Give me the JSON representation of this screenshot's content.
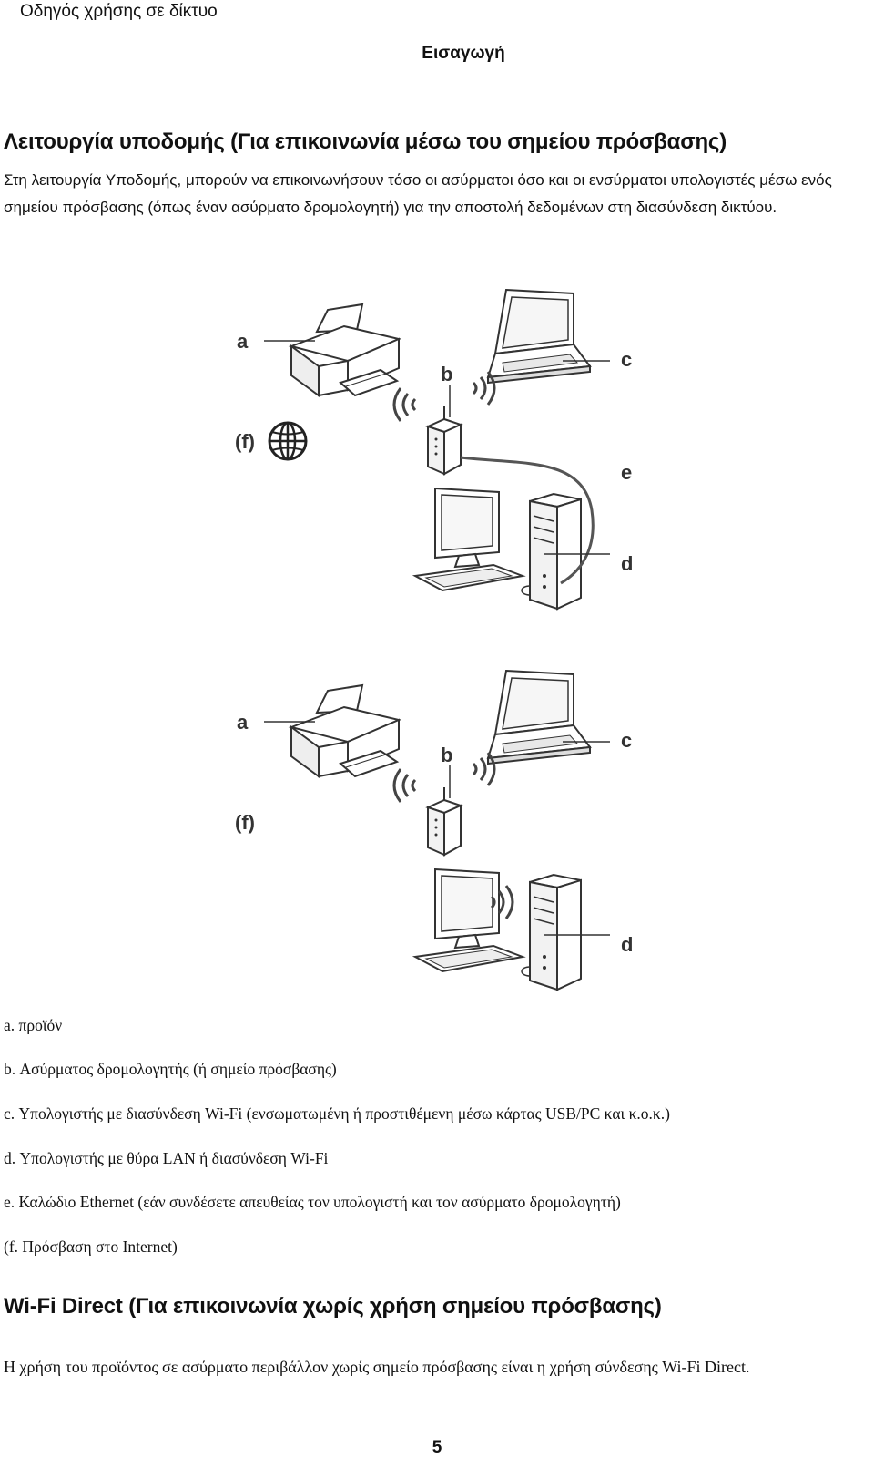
{
  "header": {
    "doc_title": "Οδηγός χρήσης σε δίκτυο",
    "section": "Εισαγωγή"
  },
  "infra": {
    "heading": "Λειτουργία υποδομής (Για επικοινωνία μέσω του σημείου πρόσβασης)",
    "paragraph": "Στη λειτουργία Υποδομής, μπορούν να επικοινωνήσουν τόσο οι ασύρματοι όσο και οι ενσύρματοι υπολογιστές μέσω ενός σημείου πρόσβασης (όπως έναν ασύρματο δρομολογητή) για την αποστολή δεδομένων στη διασύνδεση δικτύου."
  },
  "diagram": {
    "label_a": "a",
    "label_b": "b",
    "label_c": "c",
    "label_d": "d",
    "label_e": "e",
    "label_f": "(f)"
  },
  "legend": [
    "a. προϊόν",
    "b. Ασύρματος δρομολογητής (ή σημείο πρόσβασης)",
    "c. Υπολογιστής με διασύνδεση Wi-Fi (ενσωματωμένη ή προστιθέμενη μέσω κάρτας USB/PC και κ.ο.κ.)",
    "d. Υπολογιστής με θύρα LAN ή διασύνδεση Wi-Fi",
    "e. Καλώδιο Ethernet (εάν συνδέσετε απευθείας τον υπολογιστή και τον ασύρματο δρομολογητή)",
    "(f. Πρόσβαση στο Internet)"
  ],
  "wifi_direct": {
    "heading": "Wi-Fi Direct (Για επικοινωνία χωρίς χρήση σημείου πρόσβασης)",
    "paragraph": "Η χρήση του προϊόντος σε ασύρματο περιβάλλον χωρίς σημείο πρόσβασης είναι η χρήση σύνδεσης Wi-Fi Direct."
  },
  "footer": {
    "page_number": "5"
  }
}
